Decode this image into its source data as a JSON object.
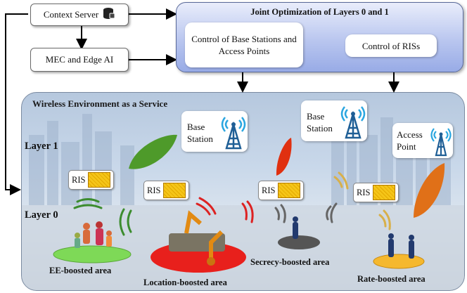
{
  "context_server": "Context Server",
  "mec": "MEC and Edge AI",
  "joint": {
    "title": "Joint Optimization of Layers 0 and 1",
    "left_box": "Control of Base Stations and Access Points",
    "right_box": "Control of RISs"
  },
  "environment": {
    "title": "Wireless Environment as a Service",
    "layer1": "Layer 1",
    "layer0": "Layer 0"
  },
  "stations": [
    {
      "line1": "Base",
      "line2": "Station"
    },
    {
      "line1": "Base",
      "line2": "Station"
    },
    {
      "line1": "Access",
      "line2": "Point"
    }
  ],
  "ris_label": "RIS",
  "areas": {
    "ee": "EE-boosted area",
    "location": "Location-boosted area",
    "secrecy": "Secrecy-boosted area",
    "rate": "Rate-boosted area"
  }
}
